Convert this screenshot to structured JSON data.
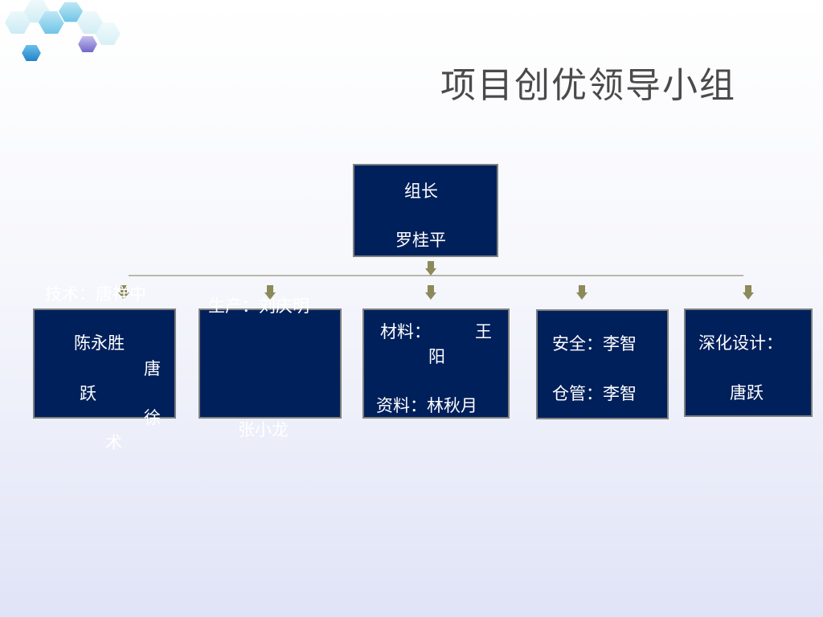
{
  "title": "项目创优领导小组",
  "leader": {
    "line1": "组长",
    "line2": "罗桂平"
  },
  "technical": {
    "header": "技术：唐祥中",
    "name1": "陈永胜",
    "name2a": "唐",
    "name2b": "跃",
    "name3a": "徐",
    "name3b": "术"
  },
  "production": {
    "header": "生产：刘庆明",
    "name": "张小龙"
  },
  "materials": {
    "label": "材料：",
    "name_part1": "王",
    "name_part2": "阳",
    "docs": "资料：林秋月"
  },
  "safety": {
    "line1": "安全：李智",
    "line2": "仓管：李智"
  },
  "design": {
    "line1": "深化设计：",
    "line2": "唐跃"
  },
  "colors": {
    "box_fill": "#00205b",
    "box_border": "#7f8080",
    "connector": "#b9b7a8",
    "arrow": "#8c8a5a",
    "title": "#4a4a4a"
  }
}
